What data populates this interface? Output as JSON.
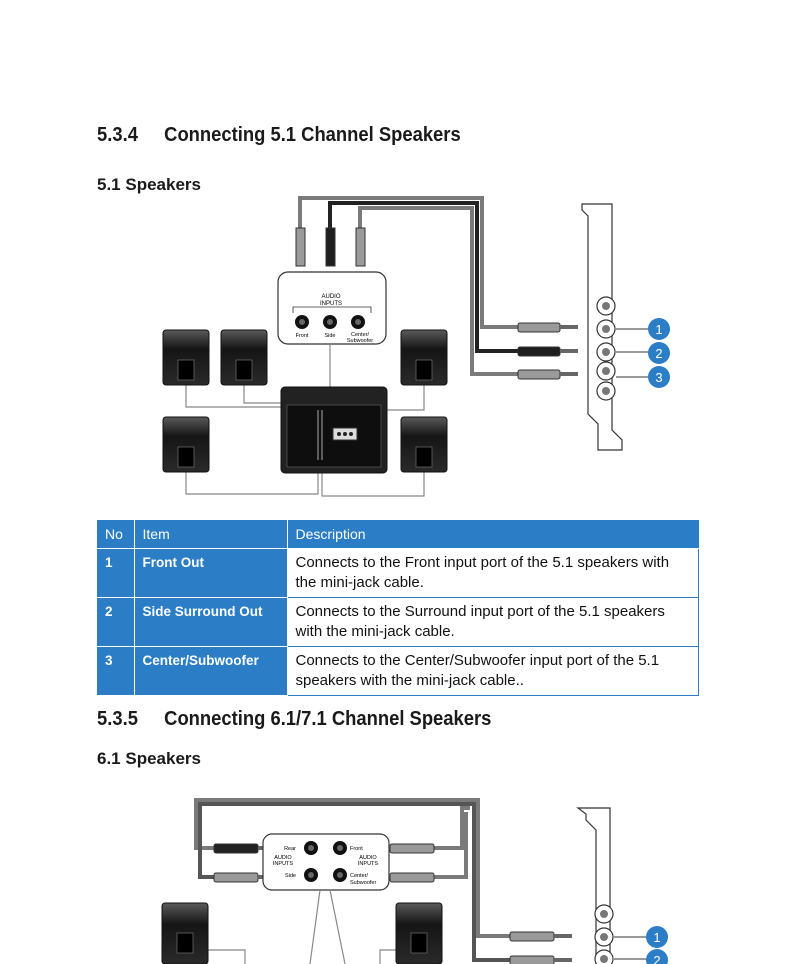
{
  "section1": {
    "number": "5.3.4",
    "title": "Connecting 5.1 Channel Speakers"
  },
  "subsection1": {
    "title": "5.1 Speakers"
  },
  "figure1": {
    "panel_title_lines": [
      "AUDIO",
      "INPUTS"
    ],
    "jack_labels": [
      "Front",
      "Side",
      "Center/",
      "Subwoofer"
    ],
    "callouts": [
      "1",
      "2",
      "3"
    ]
  },
  "table": {
    "headers": [
      "No",
      "Item",
      "Description"
    ],
    "rows": [
      {
        "no": "1",
        "item": "Front Out",
        "description": "Connects to the Front input port of the 5.1 speakers with the mini-jack cable."
      },
      {
        "no": "2",
        "item": "Side Surround Out",
        "description": "Connects to the Surround input port of the 5.1 speakers with the mini-jack cable."
      },
      {
        "no": "3",
        "item": "Center/Subwoofer",
        "description": "Connects to the Center/Subwoofer input port of the 5.1 speakers with the mini-jack cable.."
      }
    ]
  },
  "section2": {
    "number": "5.3.5",
    "title": "Connecting 6.1/7.1 Channel Speakers"
  },
  "subsection2": {
    "title": "6.1 Speakers"
  },
  "figure2": {
    "left_labels": [
      "Rear",
      "AUDIO",
      "INPUTS",
      "Side"
    ],
    "right_labels": [
      "Front",
      "AUDIO",
      "INPUTS",
      "Center/",
      "Subwoofer"
    ],
    "callouts": [
      "1",
      "2"
    ]
  },
  "colors": {
    "accent": "#2b7dc5",
    "speaker": "#1e1e1e",
    "cable": "#7a7a7a"
  }
}
